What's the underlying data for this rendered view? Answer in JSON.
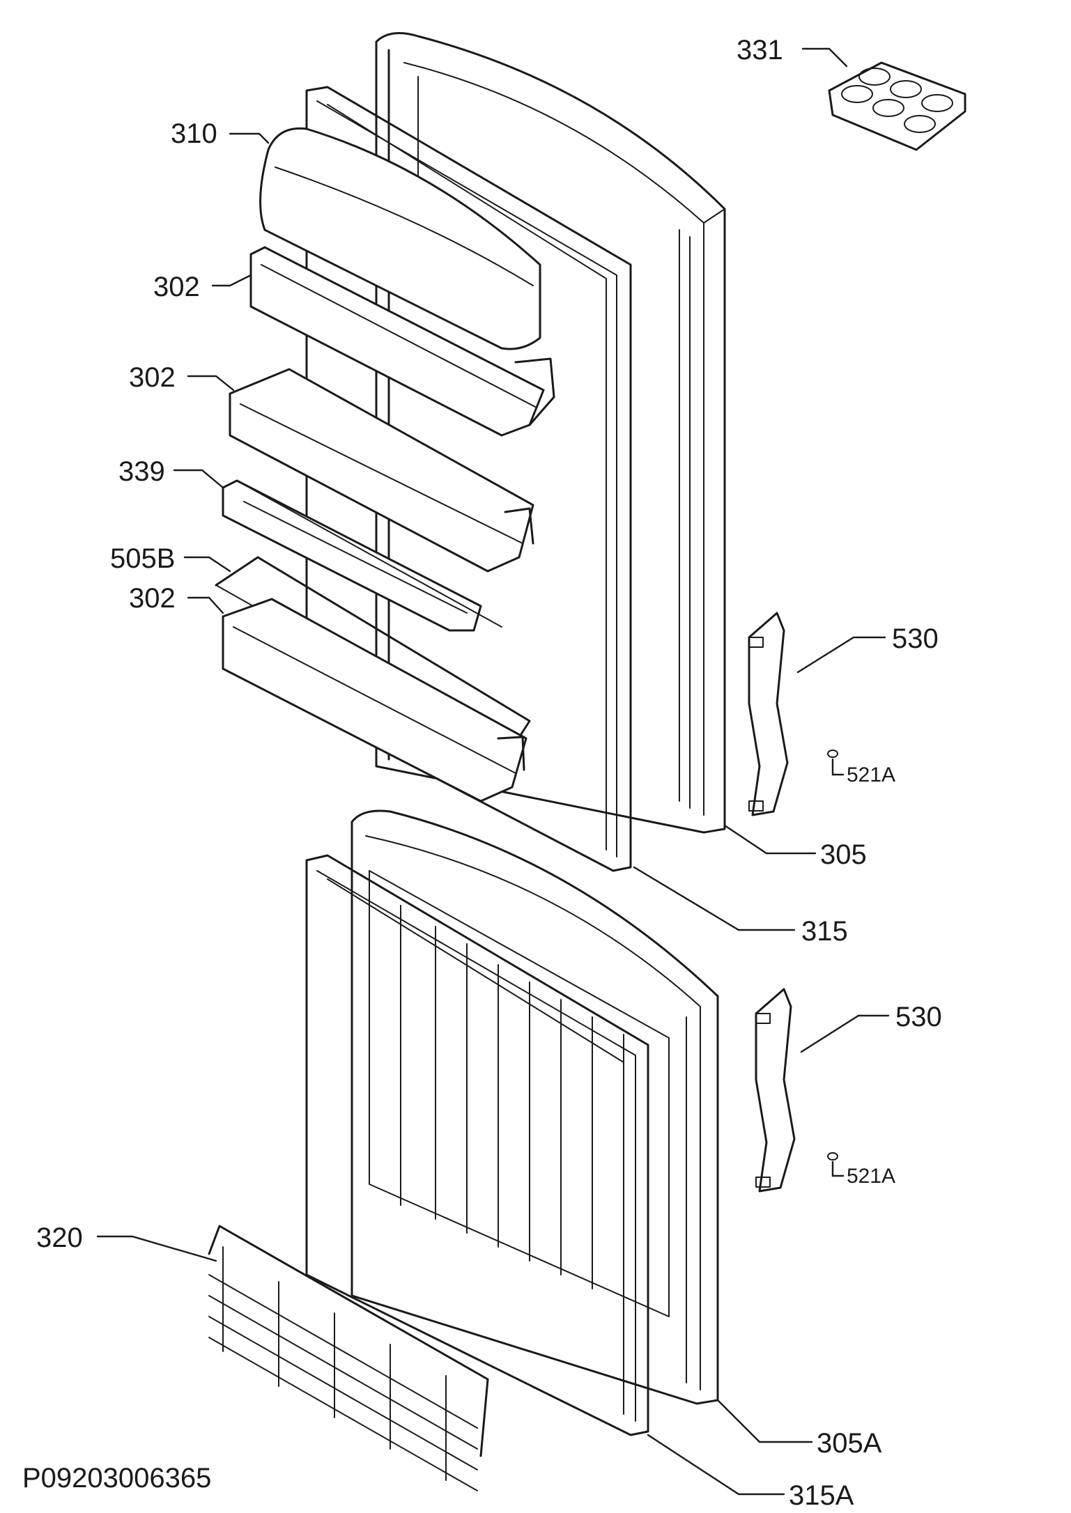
{
  "callouts": {
    "p331": "331",
    "p310": "310",
    "p302_a": "302",
    "p302_b": "302",
    "p339": "339",
    "p505b": "505B",
    "p302_c": "302",
    "p530_a": "530",
    "p521a_a": "521A",
    "p305": "305",
    "p315": "315",
    "p530_b": "530",
    "p521a_b": "521A",
    "p320": "320",
    "p305a": "305A",
    "p315a": "315A"
  },
  "document_id": "P09203006365",
  "colors": {
    "line": "#1a1a1a",
    "background": "#ffffff"
  }
}
